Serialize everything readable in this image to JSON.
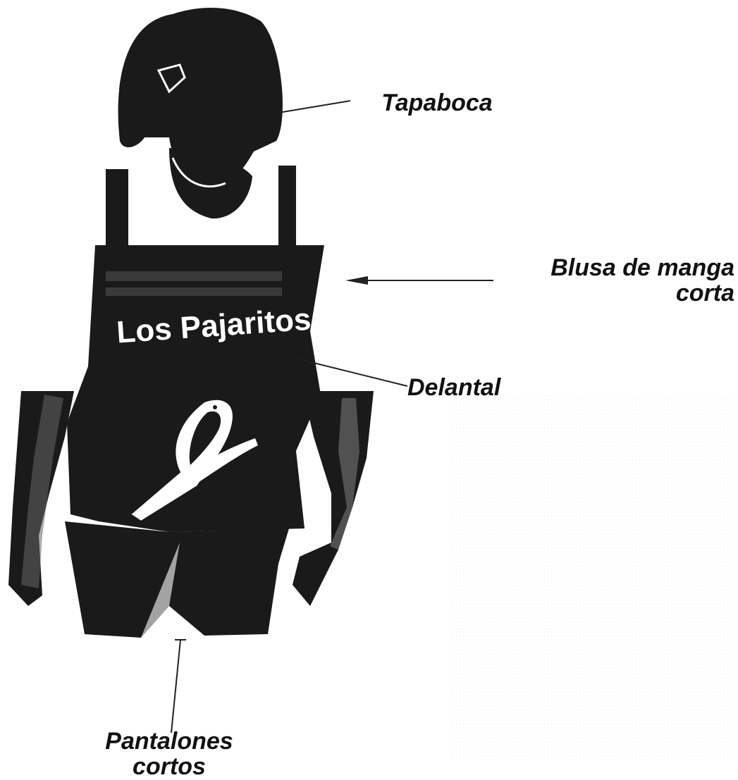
{
  "labels": {
    "mask": "Tapaboca",
    "blouse": "Blusa de manga\ncorta",
    "apron": "Delantal",
    "shorts": "Pantalones\ncortos"
  },
  "apron_print": "Los Pajaritos",
  "colors": {
    "figure": "#1a1a1a",
    "background": "#ffffff",
    "text": "#111111",
    "leader_lines": "#222222"
  },
  "icons": {
    "figure": "woman-silhouette-icon",
    "bird": "bird-on-branch-icon"
  }
}
